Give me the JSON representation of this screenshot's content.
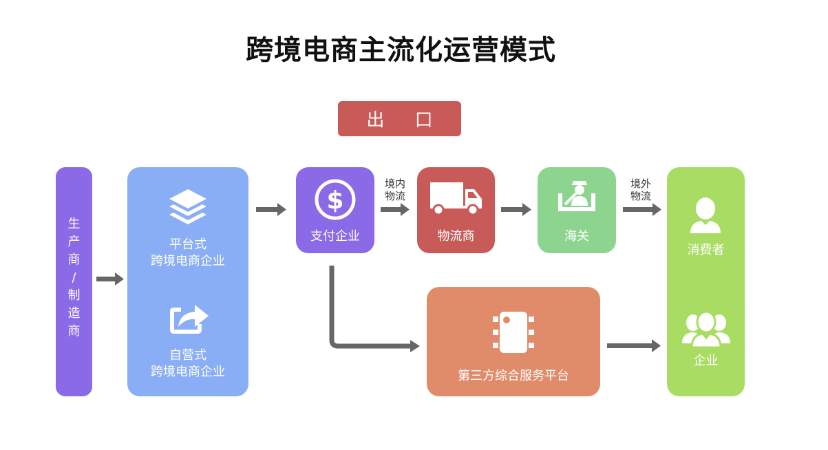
{
  "title": "跨境电商主流化运营模式",
  "badge": "出 口",
  "producer": {
    "lines": [
      "生",
      "产",
      "商",
      "/",
      "制",
      "造",
      "商"
    ]
  },
  "platform": {
    "lines": [
      "平台式",
      "跨境电商企业"
    ],
    "icon": "layers-icon"
  },
  "selfrun": {
    "lines": [
      "自营式",
      "跨境电商企业"
    ],
    "icon": "share-arrow-icon"
  },
  "payment": {
    "label": "支付企业",
    "icon": "dollar-icon"
  },
  "logistics": {
    "label": "物流商",
    "icon": "truck-icon"
  },
  "customs": {
    "label": "海关",
    "icon": "customs-officer-icon"
  },
  "thirdparty": {
    "label": "第三方综合服务平台",
    "icon": "chip-icon"
  },
  "consumer": {
    "label": "消费者",
    "icon": "person-icon"
  },
  "enterprise": {
    "label": "企业",
    "icon": "group-icon"
  },
  "domestic_logistics": [
    "境内",
    "物流"
  ],
  "overseas_logistics": [
    "境外",
    "物流"
  ],
  "colors": {
    "purple": "#8a6ae6",
    "blue": "#8aaef5",
    "red": "#c85a58",
    "green": "#8dd58f",
    "orange": "#e08c6a",
    "lime": "#a8dc63",
    "arrow": "#666666"
  }
}
